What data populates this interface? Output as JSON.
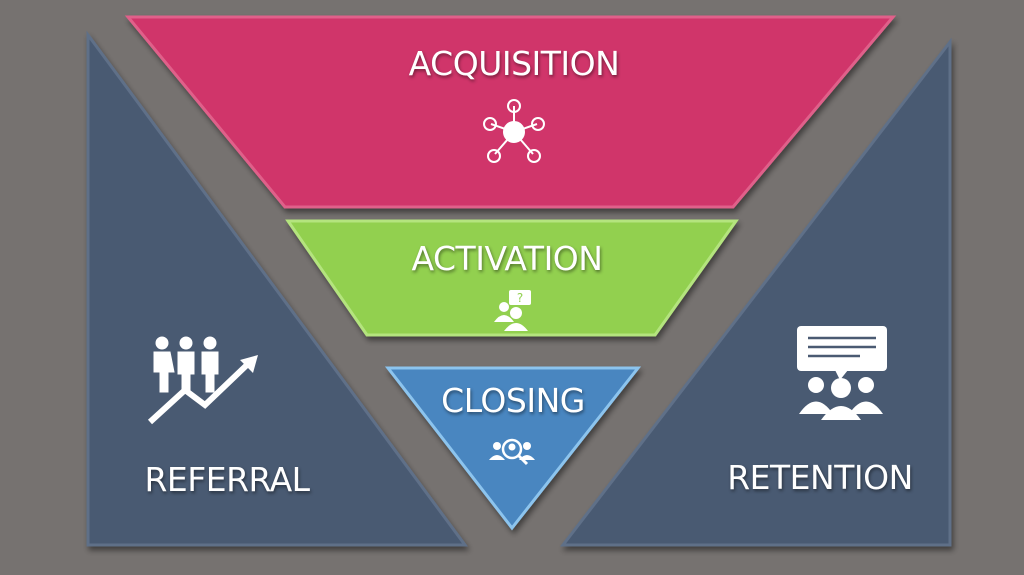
{
  "stages": {
    "acquisition": {
      "label": "ACQUISITION",
      "icon": "network-people-icon",
      "color": "#d0356a"
    },
    "activation": {
      "label": "ACTIVATION",
      "icon": "people-question-icon",
      "color": "#92d050"
    },
    "closing": {
      "label": "CLOSING",
      "icon": "people-search-icon",
      "color": "#4a86c0"
    },
    "referral": {
      "label": "REFERRAL",
      "icon": "people-growth-arrow-icon",
      "color": "#4a5a72"
    },
    "retention": {
      "label": "RETENTION",
      "icon": "people-chat-icon",
      "color": "#4a5a72"
    }
  },
  "background": "#767270"
}
